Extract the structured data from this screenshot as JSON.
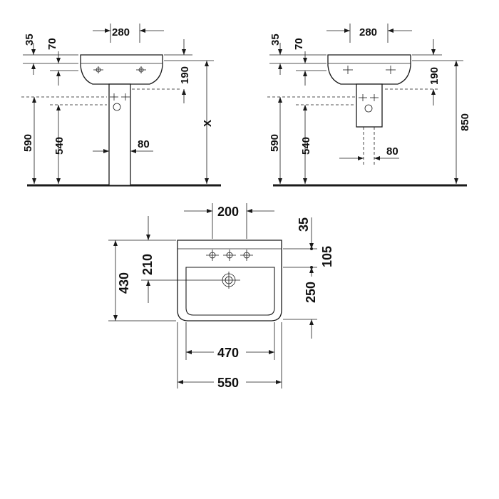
{
  "views": {
    "left": {
      "width_top": "280",
      "dim_35": "35",
      "dim_70": "70",
      "dim_190": "190",
      "dim_x": "X",
      "dim_590": "590",
      "dim_540": "540",
      "dim_80": "80"
    },
    "right": {
      "width_top": "280",
      "dim_35": "35",
      "dim_70": "70",
      "dim_190": "190",
      "dim_850": "850",
      "dim_590": "590",
      "dim_540": "540",
      "dim_80": "80"
    },
    "bottom": {
      "dim_200": "200",
      "dim_35": "35",
      "dim_105": "105",
      "dim_210": "210",
      "dim_430": "430",
      "dim_250": "250",
      "dim_470": "470",
      "dim_550": "550"
    }
  }
}
